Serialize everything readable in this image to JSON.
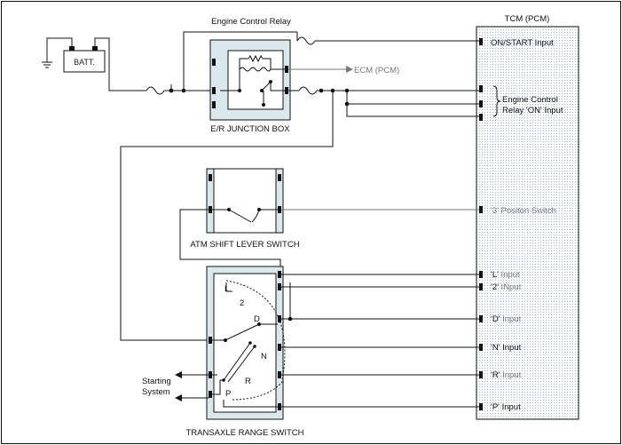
{
  "relay": {
    "title": "Engine Control Relay"
  },
  "battery": {
    "label": "BATT."
  },
  "junction_box": {
    "label": "E/R JUNCTION BOX"
  },
  "ecm": {
    "label": "ECM (PCM)"
  },
  "tcm": {
    "title": "TCM (PCM)",
    "inputs": {
      "on_start": "ON/START Input",
      "relay_on_line1": "Engine Control",
      "relay_on_line2": "Relay 'ON' Input",
      "pos3": "'3' Positon Switch",
      "l_prefix": "'L'",
      "l_suffix": " Input",
      "two_prefix": "'2'",
      "two_suffix": " INput",
      "d_prefix": "'D'",
      "d_suffix": " Input",
      "n": "'N' Input",
      "r_prefix": "'R'",
      "r_suffix": " Input",
      "p": "'P' Input"
    }
  },
  "shift_lever": {
    "label": "ATM SHIFT LEVER SWITCH"
  },
  "range_switch": {
    "label": "TRANSAXLE RANGE SWITCH",
    "positions": {
      "l": "L",
      "two": "2",
      "d": "D",
      "n": "N",
      "r": "R",
      "p": "P"
    }
  },
  "starting_system": {
    "line1": "Starting",
    "line2": "System"
  }
}
